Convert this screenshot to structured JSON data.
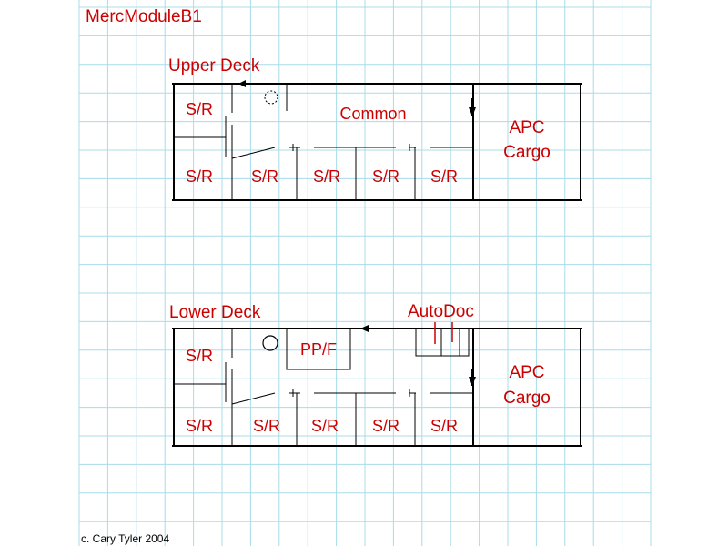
{
  "title": "MercModuleB1",
  "copyright": "c. Cary Tyler 2004",
  "colors": {
    "grid": "#a8dcea",
    "wall": "#000000",
    "label": "#cc0000",
    "background": "#ffffff"
  },
  "upper_deck": {
    "label": "Upper Deck",
    "rooms": {
      "sr_corner": "S/R",
      "common": "Common",
      "bottom_rooms": [
        "S/R",
        "S/R",
        "S/R",
        "S/R",
        "S/R"
      ],
      "cargo_line1": "APC",
      "cargo_line2": "Cargo"
    }
  },
  "lower_deck": {
    "label": "Lower Deck",
    "rooms": {
      "sr_corner": "S/R",
      "ppf": "PP/F",
      "autodoc": "AutoDoc",
      "bottom_rooms": [
        "S/R",
        "S/R",
        "S/R",
        "S/R",
        "S/R"
      ],
      "cargo_line1": "APC",
      "cargo_line2": "Cargo"
    }
  }
}
